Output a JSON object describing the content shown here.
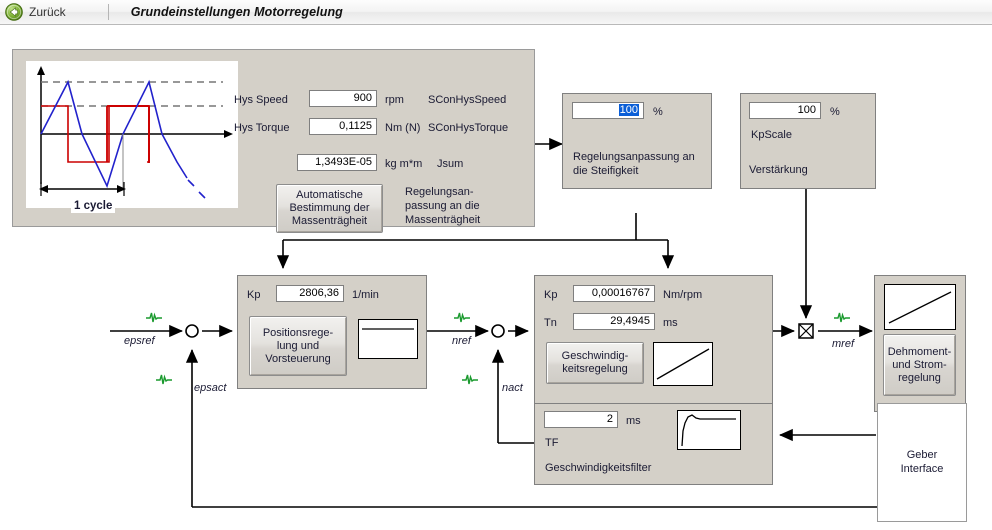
{
  "titlebar": {
    "back_label": "Zurück",
    "back_icon": "back-arrow-icon",
    "title": "Grundeinstellungen Motorregelung"
  },
  "hysteresis_panel": {
    "chart_caption": "1 cycle",
    "rows": [
      {
        "label": "Hys Speed",
        "value": "900",
        "unit": "rpm",
        "param": "SConHysSpeed"
      },
      {
        "label": "Hys Torque",
        "value": "0,1125",
        "unit": "Nm (N)",
        "param": "SConHysTorque"
      },
      {
        "label": "",
        "value": "1,3493E-05",
        "unit": "kg m*m",
        "param": "Jsum"
      }
    ],
    "auto_button": "Automatische\nBestimmung der\nMassenträgheit",
    "auto_note": "Regelungsan-\npassung an die\nMassenträgheit"
  },
  "stiffness_box": {
    "value": "100",
    "value_selected": true,
    "unit": "%",
    "caption": "Regelungsanpassung an\ndie Steifigkeit"
  },
  "kpscale_box": {
    "value": "100",
    "unit": "%",
    "param": "KpScale",
    "caption": "Verstärkung"
  },
  "position_controller": {
    "kp_label": "Kp",
    "kp_value": "2806,36",
    "kp_unit": "1/min",
    "button": "Positionsrege-\nlung und\nVorsteuerung",
    "plot_icon": "step-response-plot-icon"
  },
  "speed_controller": {
    "kp_label": "Kp",
    "kp_value": "0,00016767",
    "kp_unit": "Nm/rpm",
    "tn_label": "Tn",
    "tn_value": "29,4945",
    "tn_unit": "ms",
    "button": "Geschwindig-\nkeitsregelung",
    "plot_icon": "ramp-plot-icon"
  },
  "speed_filter": {
    "value": "2",
    "unit": "ms",
    "param": "TF",
    "caption": "Geschwindigkeitsfilter",
    "plot_icon": "filter-step-plot-icon"
  },
  "torque_controller": {
    "button": "Dehmoment-\nund Strom-\nregelung",
    "plot_icon": "ramp-plot-icon"
  },
  "encoder_interface": {
    "label": "Geber\nInterface"
  },
  "signals": [
    {
      "name": "epsref",
      "probe": "signal-probe-icon"
    },
    {
      "name": "epsact",
      "probe": "signal-probe-icon"
    },
    {
      "name": "nref",
      "probe": "signal-probe-icon"
    },
    {
      "name": "nact",
      "probe": "signal-probe-icon"
    },
    {
      "name": "mref",
      "probe": "signal-probe-icon"
    }
  ],
  "colors": {
    "panel": "#d4d0c8",
    "accent_selection": "#0a5ed7",
    "trace_blue": "#2222cc",
    "trace_red": "#cc0000",
    "probe_green": "#1a9a2e"
  }
}
